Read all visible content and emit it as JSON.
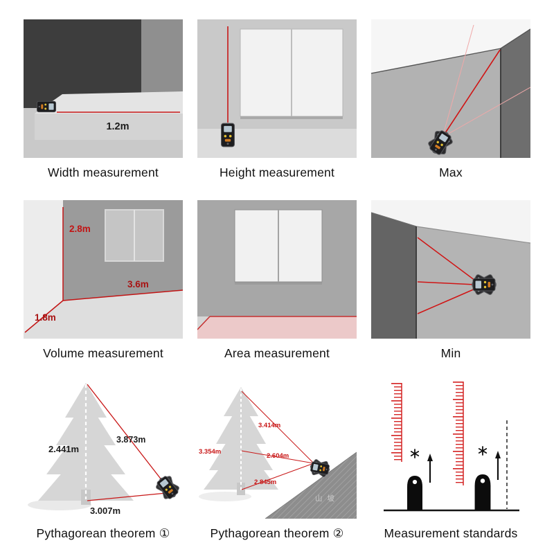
{
  "colors": {
    "laser_red": "#c81616",
    "laser_faint": "#f0a8a8",
    "label_red": "#c21414",
    "label_black": "#1c1c1c"
  },
  "panels": {
    "width": {
      "caption": "Width measurement",
      "distance": "1.2m"
    },
    "height": {
      "caption": "Height measurement"
    },
    "max": {
      "caption": "Max"
    },
    "volume": {
      "caption": "Volume measurement",
      "height": "2.8m",
      "width": "3.6m",
      "depth": "1.8m"
    },
    "area": {
      "caption": "Area measurement"
    },
    "min": {
      "caption": "Min"
    },
    "pythagorean1": {
      "caption": "Pythagorean theorem ①",
      "vertical": "2.441m",
      "hypotenuse": "3.873m",
      "base": "3.007m"
    },
    "pythagorean2": {
      "caption": "Pythagorean theorem ②",
      "upper_hypotenuse": "3.414m",
      "vertical": "3.354m",
      "middle": "2.604m",
      "lower_hypotenuse": "2.845m",
      "slope_text": "山 坡"
    },
    "standards": {
      "caption": "Measurement standards"
    }
  }
}
